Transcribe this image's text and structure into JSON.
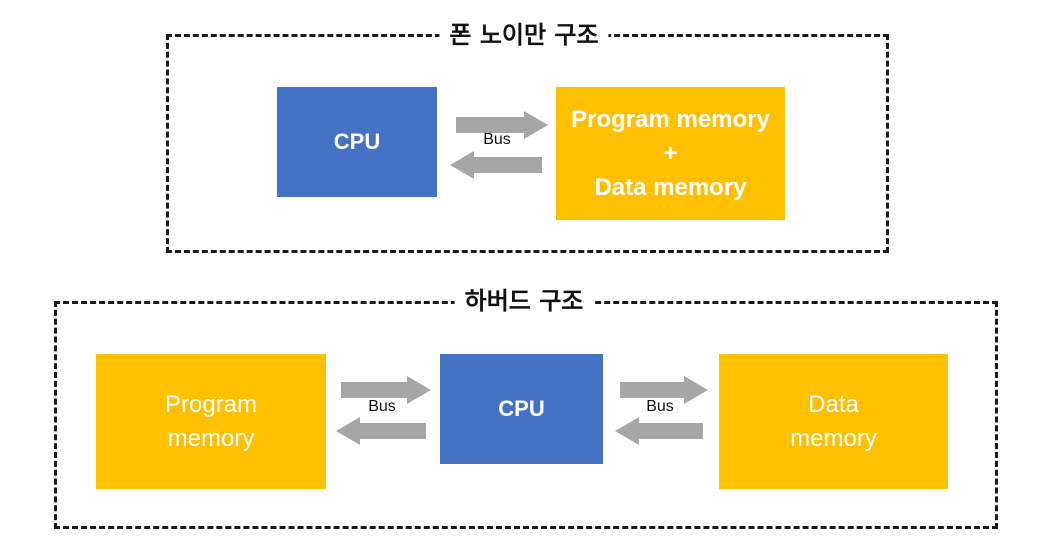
{
  "von_neumann": {
    "title": "폰 노이만 구조",
    "cpu_label": "CPU",
    "bus_label": "Bus",
    "memory_lines": [
      "Program memory",
      "+",
      "Data memory"
    ]
  },
  "harvard": {
    "title": "하버드 구조",
    "program_memory_lines": [
      "Program",
      "memory"
    ],
    "left_bus_label": "Bus",
    "cpu_label": "CPU",
    "right_bus_label": "Bus",
    "data_memory_lines": [
      "Data",
      "memory"
    ]
  },
  "colors": {
    "cpu": "#4472c4",
    "memory": "#ffc000",
    "arrow": "#a6a6a6",
    "frame_border": "#1a1a1a"
  }
}
